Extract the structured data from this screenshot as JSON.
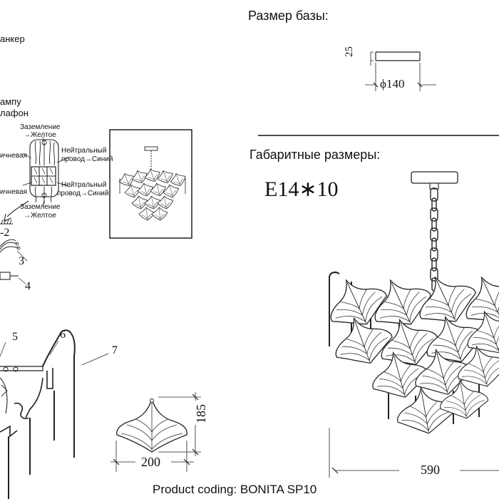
{
  "headings": {
    "base_size": "Размер базы:",
    "overall_size": "Габаритные размеры:"
  },
  "left_fragments": {
    "anchor": "анкер",
    "lamp": "ампу",
    "shade": "лафон"
  },
  "wiring": {
    "ground_top_1": "Заземление",
    "ground_top_2": "→Желтое",
    "neutral_top_1": "Нейтральный",
    "neutral_top_2": "провод→Синий",
    "phase_top": "ичневая",
    "phase_bottom": "ичневая",
    "neutral_bottom_1": "Нейтральный",
    "neutral_bottom_2": "провод→Синий",
    "ground_bottom_1": "Заземление",
    "ground_bottom_2": "→Желтое"
  },
  "parts": {
    "p2": "-2",
    "p3": "3",
    "p4": "4",
    "p5": "5",
    "p6": "6",
    "p7": "7"
  },
  "dimensions": {
    "base_height": "25",
    "base_diameter": "ϕ140",
    "bulb": "E14∗10",
    "leaf_height": "185",
    "leaf_width": "200",
    "overall_width": "590"
  },
  "footer": {
    "product_coding": "Product coding: BONITA SP10"
  }
}
